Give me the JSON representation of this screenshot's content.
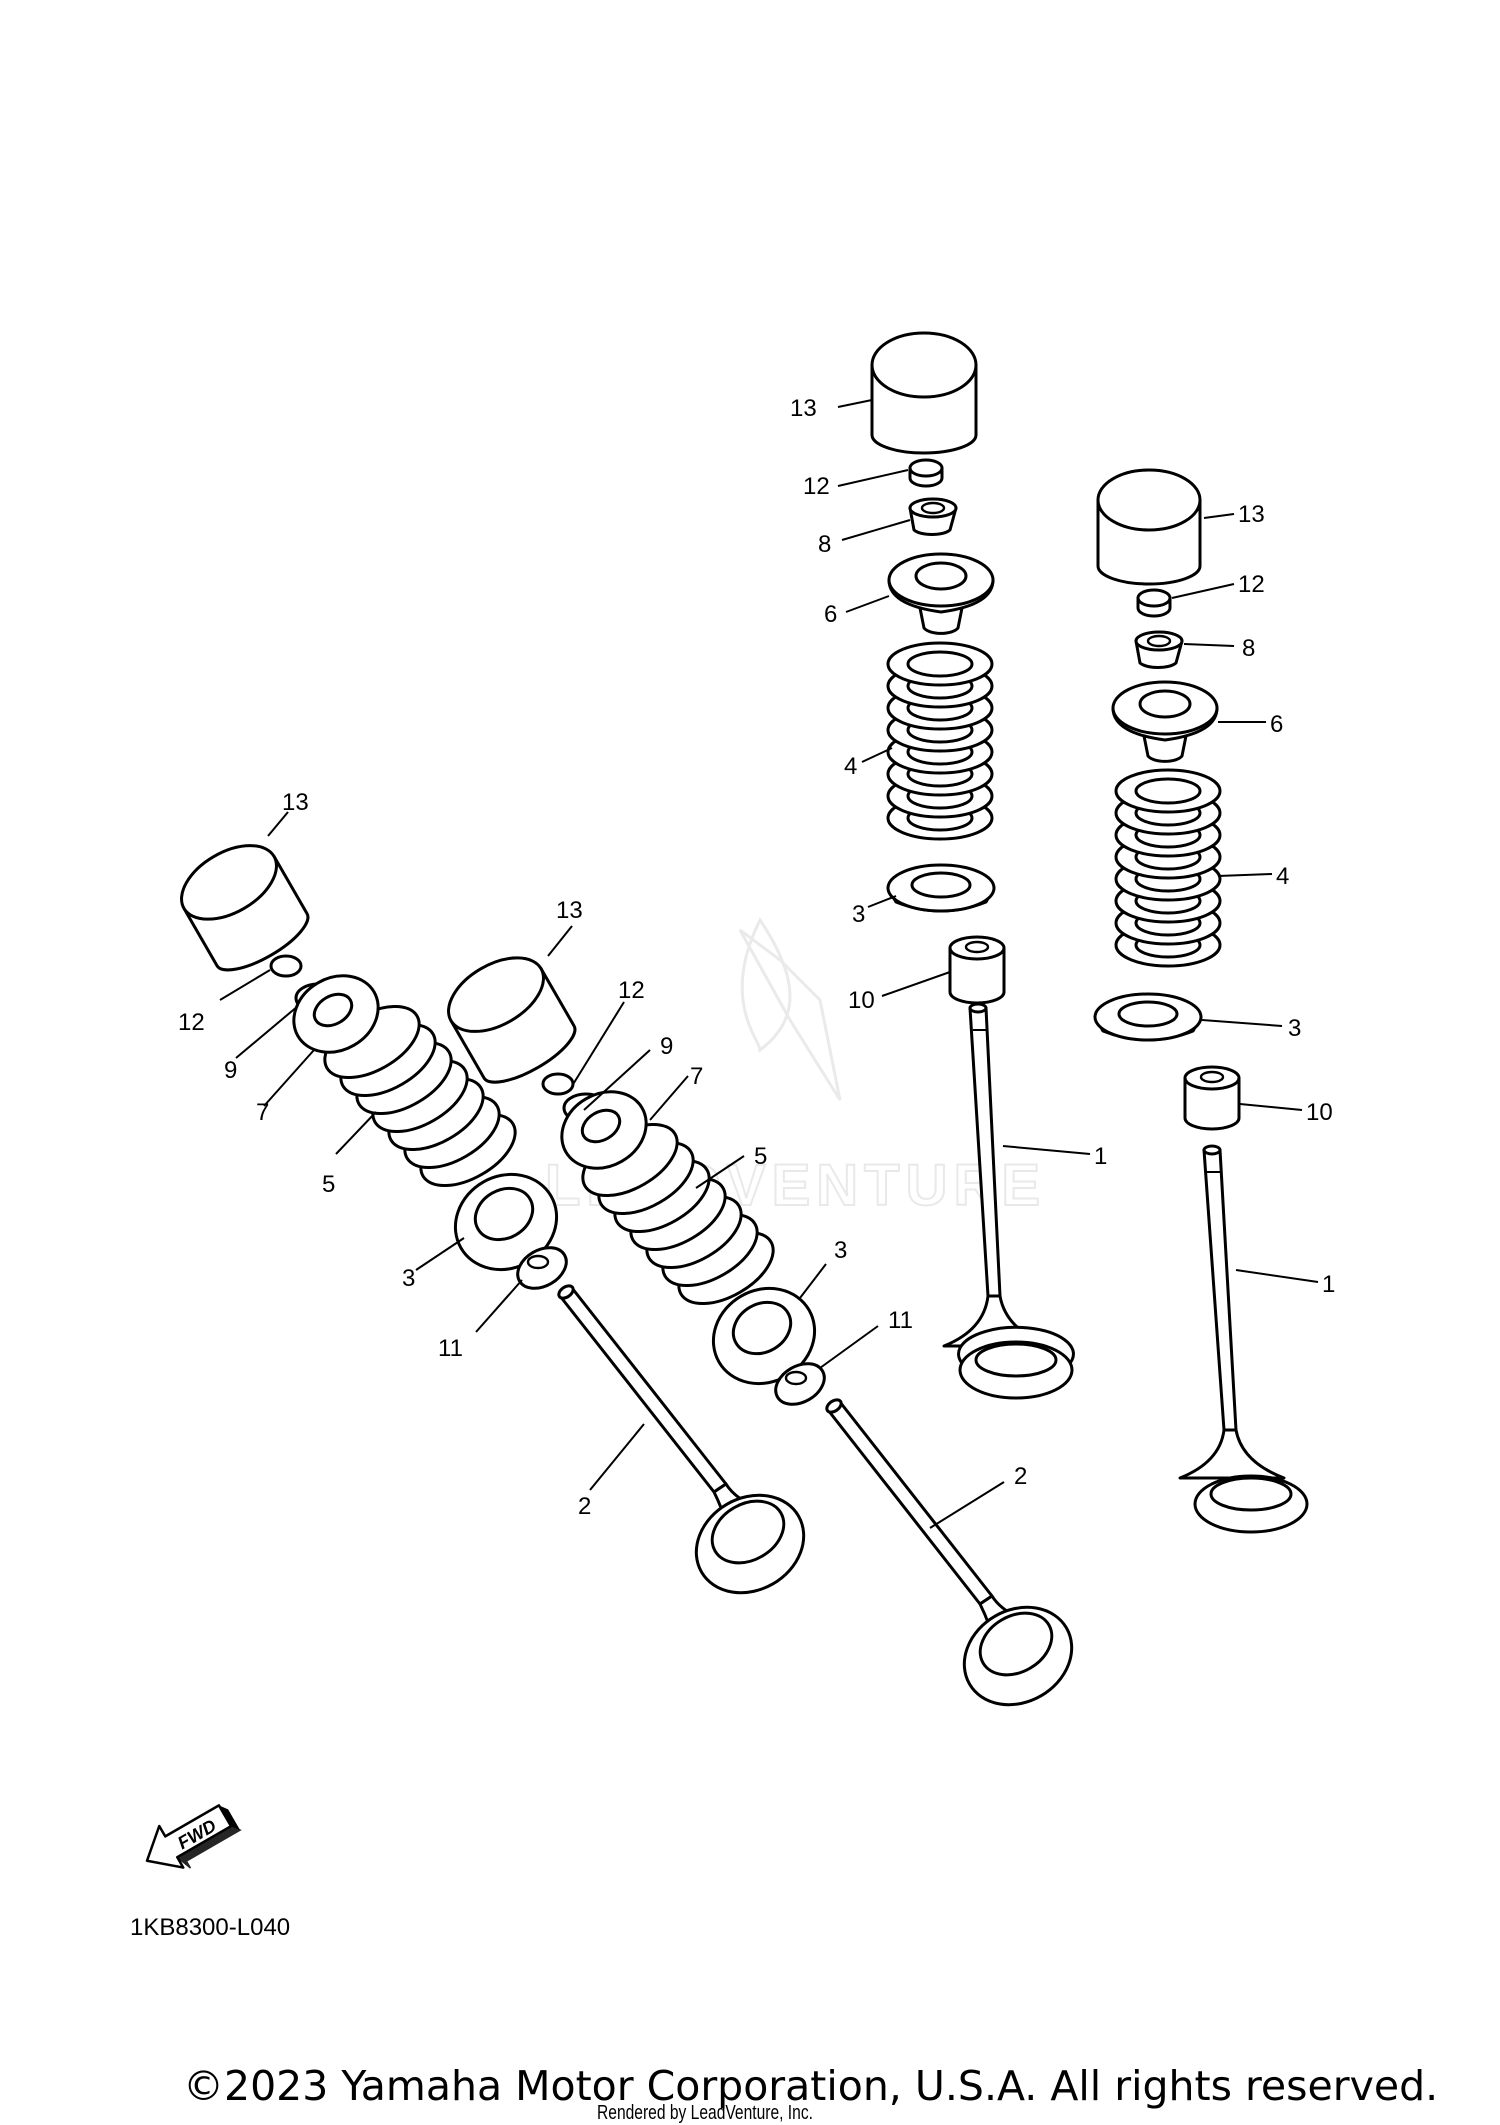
{
  "diagram": {
    "code": "1KB8300-L040",
    "fwd_label": "FWD",
    "watermark": "LEADVENTURE",
    "copyright": "©2023 Yamaha Motor Corporation, U.S.A. All rights reserved.",
    "rendered_by": "Rendered by LeadVenture, Inc."
  },
  "callouts": {
    "c1": "13",
    "c2": "12",
    "c3": "8",
    "c4": "6",
    "c5": "4",
    "c6": "3",
    "c7": "10",
    "c8": "1",
    "c9": "13",
    "c10": "12",
    "c11": "8",
    "c12": "6",
    "c13": "4",
    "c14": "3",
    "c15": "10",
    "c16": "1",
    "c17": "13",
    "c18": "12",
    "c19": "9",
    "c20": "7",
    "c21": "5",
    "c22": "3",
    "c23": "11",
    "c24": "2",
    "c25": "13",
    "c26": "12",
    "c27": "9",
    "c28": "7",
    "c29": "5",
    "c30": "3",
    "c31": "11",
    "c32": "2"
  }
}
